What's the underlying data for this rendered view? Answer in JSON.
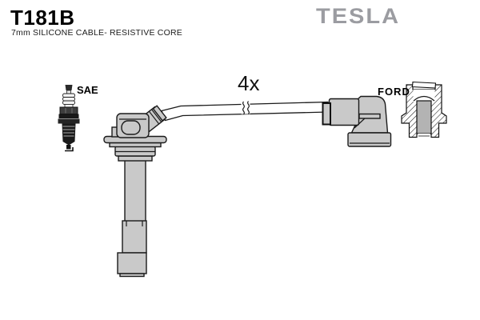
{
  "header": {
    "part_number": "T181B",
    "subtitle": "7mm SILICONE CABLE- RESISTIVE CORE",
    "brand": "TESLA"
  },
  "diagram": {
    "quantity": "4x",
    "plug_end_label": "SAE",
    "cap_end_label": "FORD",
    "icons": {
      "plug_end": "spark-plug-icon",
      "cap_end": "ford-terminal-cross-section-icon",
      "cable_break": "cable-break-icon"
    },
    "colors": {
      "part_fill": "#c9c9c9",
      "outline": "#1a1a1a",
      "logo_gray": "#9b9ca1"
    }
  }
}
